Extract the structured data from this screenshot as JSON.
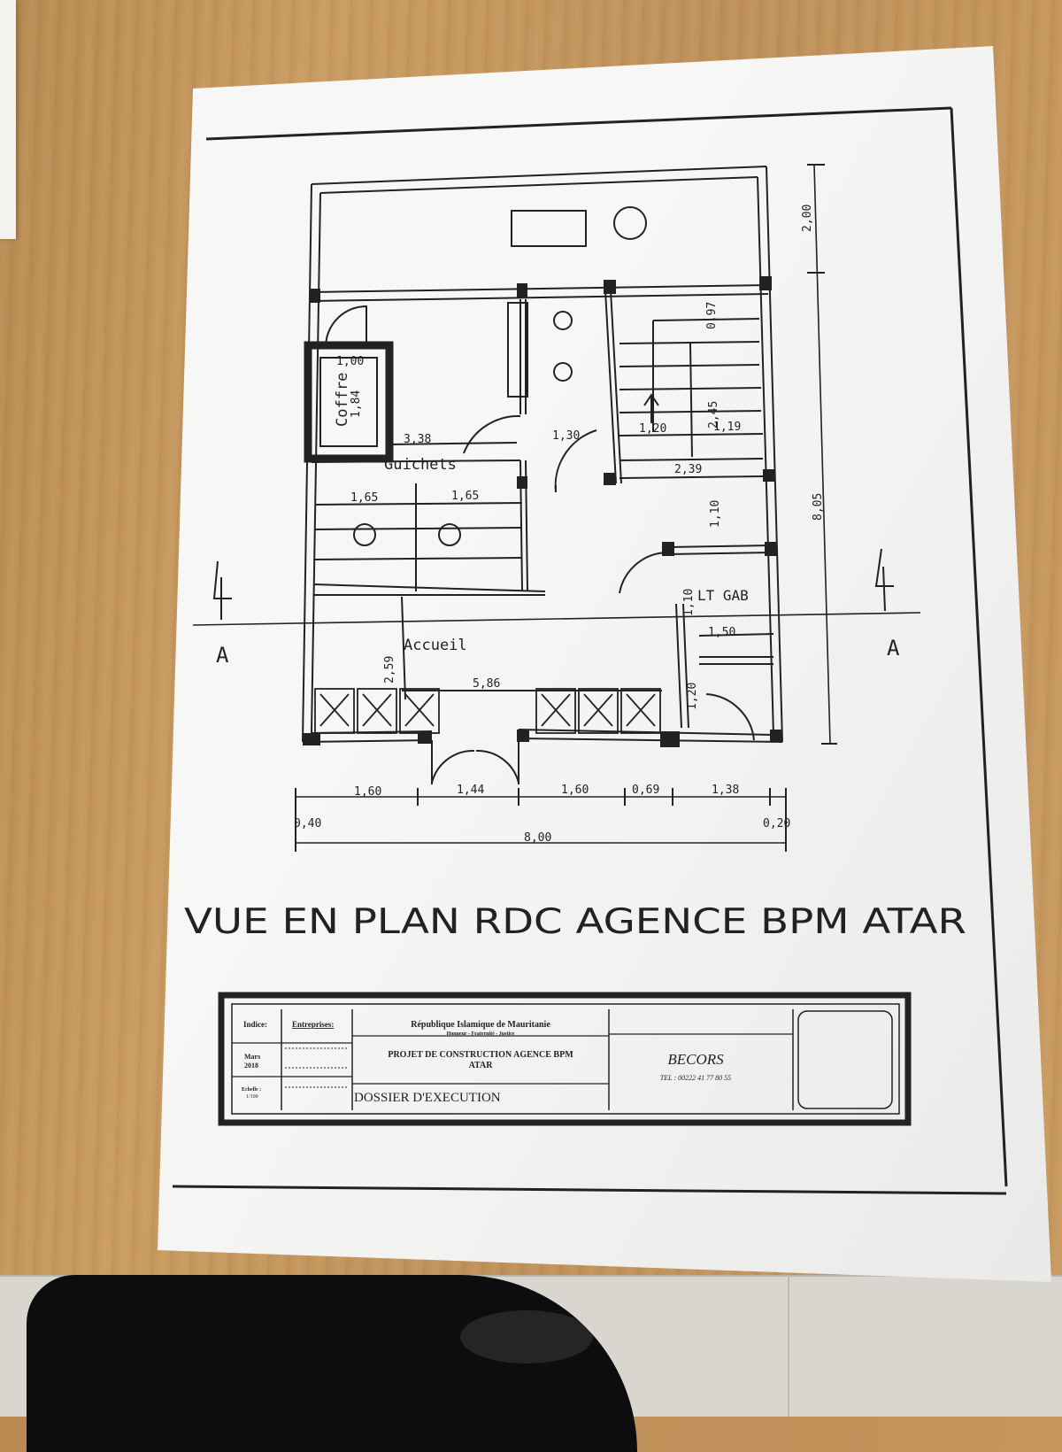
{
  "drawing": {
    "title": "VUE EN PLAN RDC AGENCE BPM ATAR",
    "rooms": {
      "coffre": "Coffre",
      "guichets": "Guichets",
      "accueil": "Accueil",
      "lt_gab": "LT GAB"
    },
    "section_marks": {
      "left": "A",
      "right": "A"
    },
    "dimensions": {
      "top_depth": "2,00",
      "total_depth": "8,05",
      "coffre_width": "1,00",
      "coffre_depth": "1,84",
      "corridor_338": "3,38",
      "door_130": "1,30",
      "stair_097": "0,97",
      "stair_245": "2,45",
      "stair_120": "1,20",
      "stair_119": "1,19",
      "stair_239": "2,39",
      "stair_110": "1,10",
      "guichet_left": "1,65",
      "guichet_right": "1,65",
      "gab_110": "1,10",
      "gab_150": "1,50",
      "accueil_depth": "2,59",
      "accueil_width": "5,86",
      "side_120": "1,20",
      "bottom_160a": "1,60",
      "bottom_144": "1,44",
      "bottom_160b": "1,60",
      "bottom_069": "0,69",
      "bottom_138": "1,38",
      "bottom_040": "0,40",
      "bottom_020": "0,20",
      "total_width": "8,00"
    }
  },
  "title_block": {
    "indice_label": "Indice:",
    "entreprises_label": "Entreprises:",
    "date_line1": "Mars",
    "date_line2": "2018",
    "echelle_line1": "Echelle :",
    "echelle_line2": "1/100",
    "republic": "République Islamique de Mauritanie",
    "motto": "Honneur - Fraternité - Justice",
    "project_line1": "PROJET DE CONSTRUCTION AGENCE BPM",
    "project_line2": "ATAR",
    "dossier": "DOSSIER D'EXECUTION",
    "company": "BECORS",
    "phone": "TEL : 00222 41 77 80 55"
  },
  "colors": {
    "ink": "#222222",
    "paper": "#f7f7f5",
    "wood": "#c4955c"
  }
}
